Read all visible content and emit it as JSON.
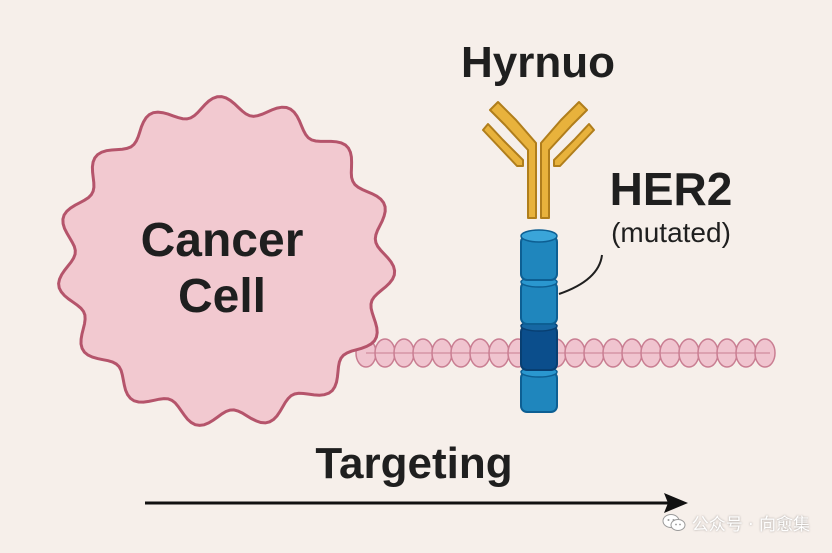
{
  "diagram": {
    "title": "Hyrnuo",
    "cell_label_line1": "Cancer",
    "cell_label_line2": "Cell",
    "receptor_label": "HER2",
    "receptor_sublabel": "(mutated)",
    "arrow_label": "Targeting"
  },
  "watermark": {
    "text": "公众号 · 向愈集",
    "icon": "wechat-icon"
  },
  "colors": {
    "background": "#f6efea",
    "cell_fill": "#f2c9d0",
    "cell_stroke": "#b5546b",
    "antibody": "#e8b23c",
    "antibody_stroke": "#b07e1c",
    "receptor": "#1f86bd",
    "receptor_dark": "#0d5f93",
    "receptor_core": "#0b4e8c",
    "membrane": "#f0c4cf",
    "membrane_stroke": "#c97e92",
    "text": "#1f1f1f"
  }
}
